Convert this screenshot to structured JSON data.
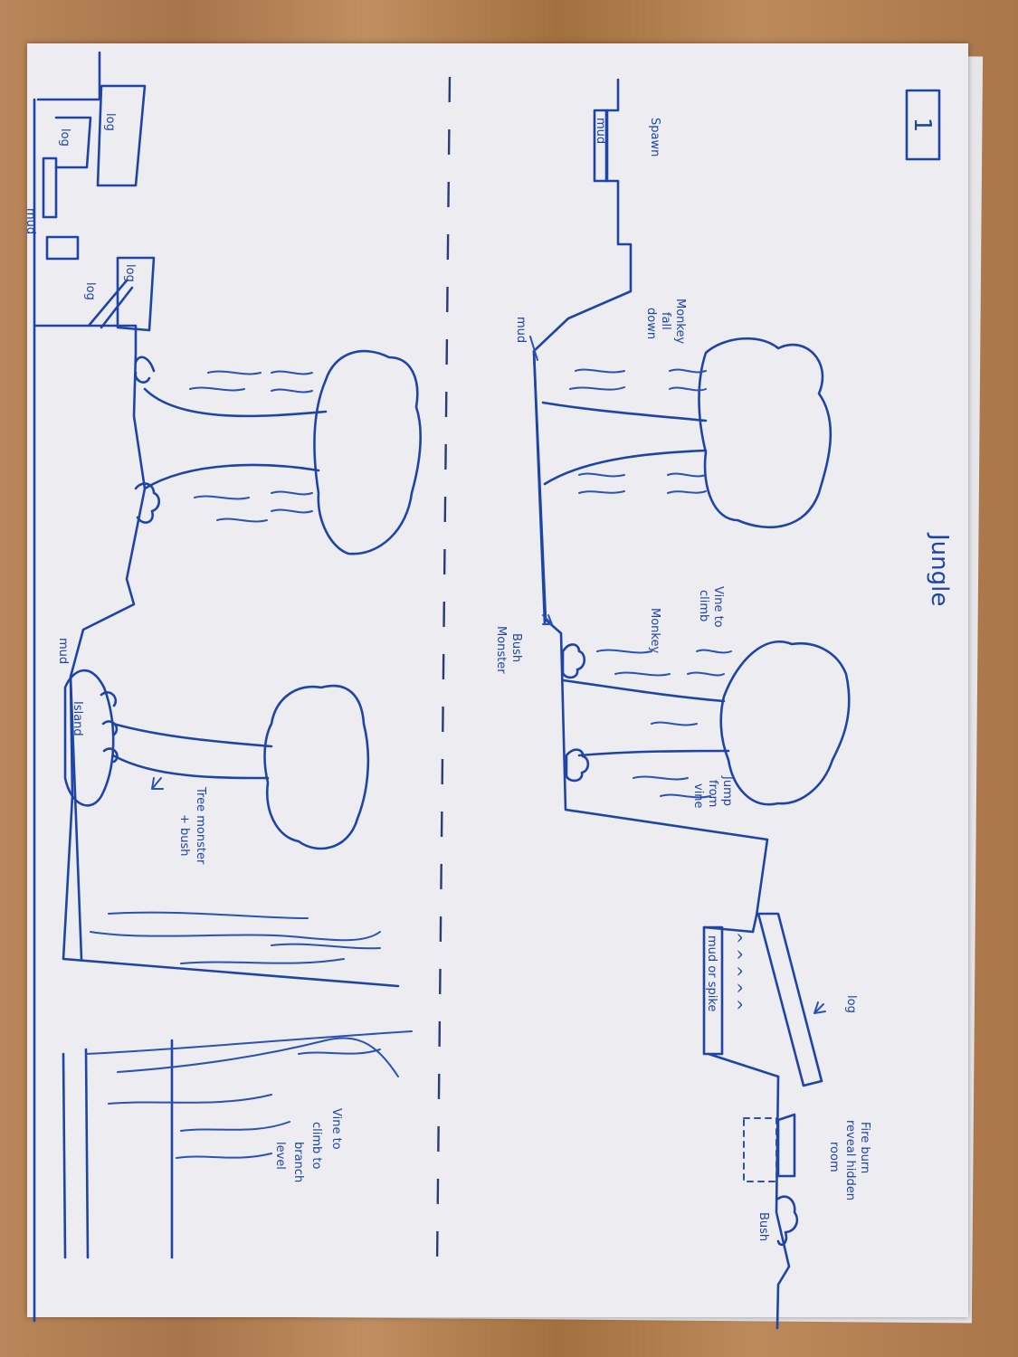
{
  "page_number": "1",
  "title": "Jungle",
  "labels": {
    "spawn": "Spawn",
    "monkey_fall_down": [
      "Monkey",
      "fall",
      "down"
    ],
    "mud_top_slope": "mud",
    "mud_top_box": "mud",
    "vine_to_climb": [
      "Vine to",
      "climb"
    ],
    "monkey": "Monkey",
    "bush_monster": [
      "Bush",
      "Monster"
    ],
    "jump_from_vine": [
      "Jump",
      "from",
      "vine"
    ],
    "mud_or_spikes": "mud or spike",
    "spikes": "^ ^ ^ ^ ^",
    "log_right": "log",
    "fire_burn": [
      "Fire burn",
      "reveal hidden",
      "room"
    ],
    "bush": "Bush",
    "log_1": "log",
    "log_2": "log",
    "log_3": "log",
    "log_4": "log",
    "mud_left": "mud",
    "mud_island": "mud",
    "island": "Island",
    "tree_monster": [
      "Tree monster",
      "+ bush"
    ],
    "vine_climb_branch": [
      "Vine to",
      "climb to",
      "branch",
      "level"
    ]
  }
}
